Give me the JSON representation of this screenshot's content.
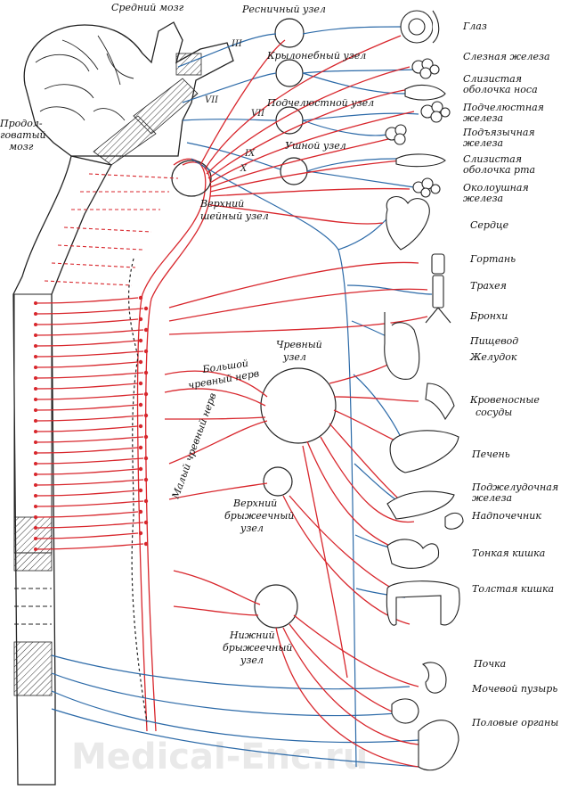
{
  "watermark": "Medical-Enc.ru",
  "cns_labels": {
    "midbrain": "Средний мозг",
    "medulla_1": "Продол-",
    "medulla_2": "говатый",
    "medulla_3": "мозг"
  },
  "cranial_nerves": [
    "III",
    "VII",
    "VII",
    "IX",
    "X"
  ],
  "ganglia": {
    "ciliary": "Ресничный узел",
    "pterygopalatine": "Крылонебный узел",
    "submandibular": "Подчелюстной узел",
    "otic": "Ушной узел",
    "superior_cervical_1": "Верхний",
    "superior_cervical_2": "шейный узел",
    "celiac_1": "Чревный",
    "celiac_2": "узел",
    "greater_splanchnic_1": "Большой",
    "greater_splanchnic_2": "чревный нерв",
    "lesser_splanchnic": "Малый чревный нерв",
    "sup_mesenteric_1": "Верхний",
    "sup_mesenteric_2": "брыжеечный",
    "sup_mesenteric_3": "узел",
    "inf_mesenteric_1": "Нижний",
    "inf_mesenteric_2": "брыжеечный",
    "inf_mesenteric_3": "узел"
  },
  "organs": {
    "eye": "Глаз",
    "lacrimal_gland": "Слезная железа",
    "nasal_mucosa_1": "Слизистая",
    "nasal_mucosa_2": "оболочка носа",
    "submandibular_gland_1": "Подчелюстная",
    "submandibular_gland_2": "железа",
    "sublingual_gland_1": "Подъязычная",
    "sublingual_gland_2": "железа",
    "oral_mucosa_1": "Слизистая",
    "oral_mucosa_2": "оболочка рта",
    "parotid_gland_1": "Околоушная",
    "parotid_gland_2": "железа",
    "heart": "Сердце",
    "larynx": "Гортань",
    "trachea": "Трахея",
    "bronchi": "Бронхи",
    "esophagus": "Пищевод",
    "stomach": "Желудок",
    "blood_vessels_1": "Кровеносные",
    "blood_vessels_2": "сосуды",
    "liver": "Печень",
    "pancreas_1": "Поджелудочная",
    "pancreas_2": "железа",
    "adrenal": "Надпочечник",
    "small_intestine": "Тонкая кишка",
    "large_intestine": "Толстая кишка",
    "kidney": "Почка",
    "bladder": "Мочевой пузырь",
    "genitals": "Половые органы"
  },
  "colors": {
    "sympathetic": "#d8262c",
    "parasympathetic": "#2c6aa8",
    "outline": "#222222"
  }
}
